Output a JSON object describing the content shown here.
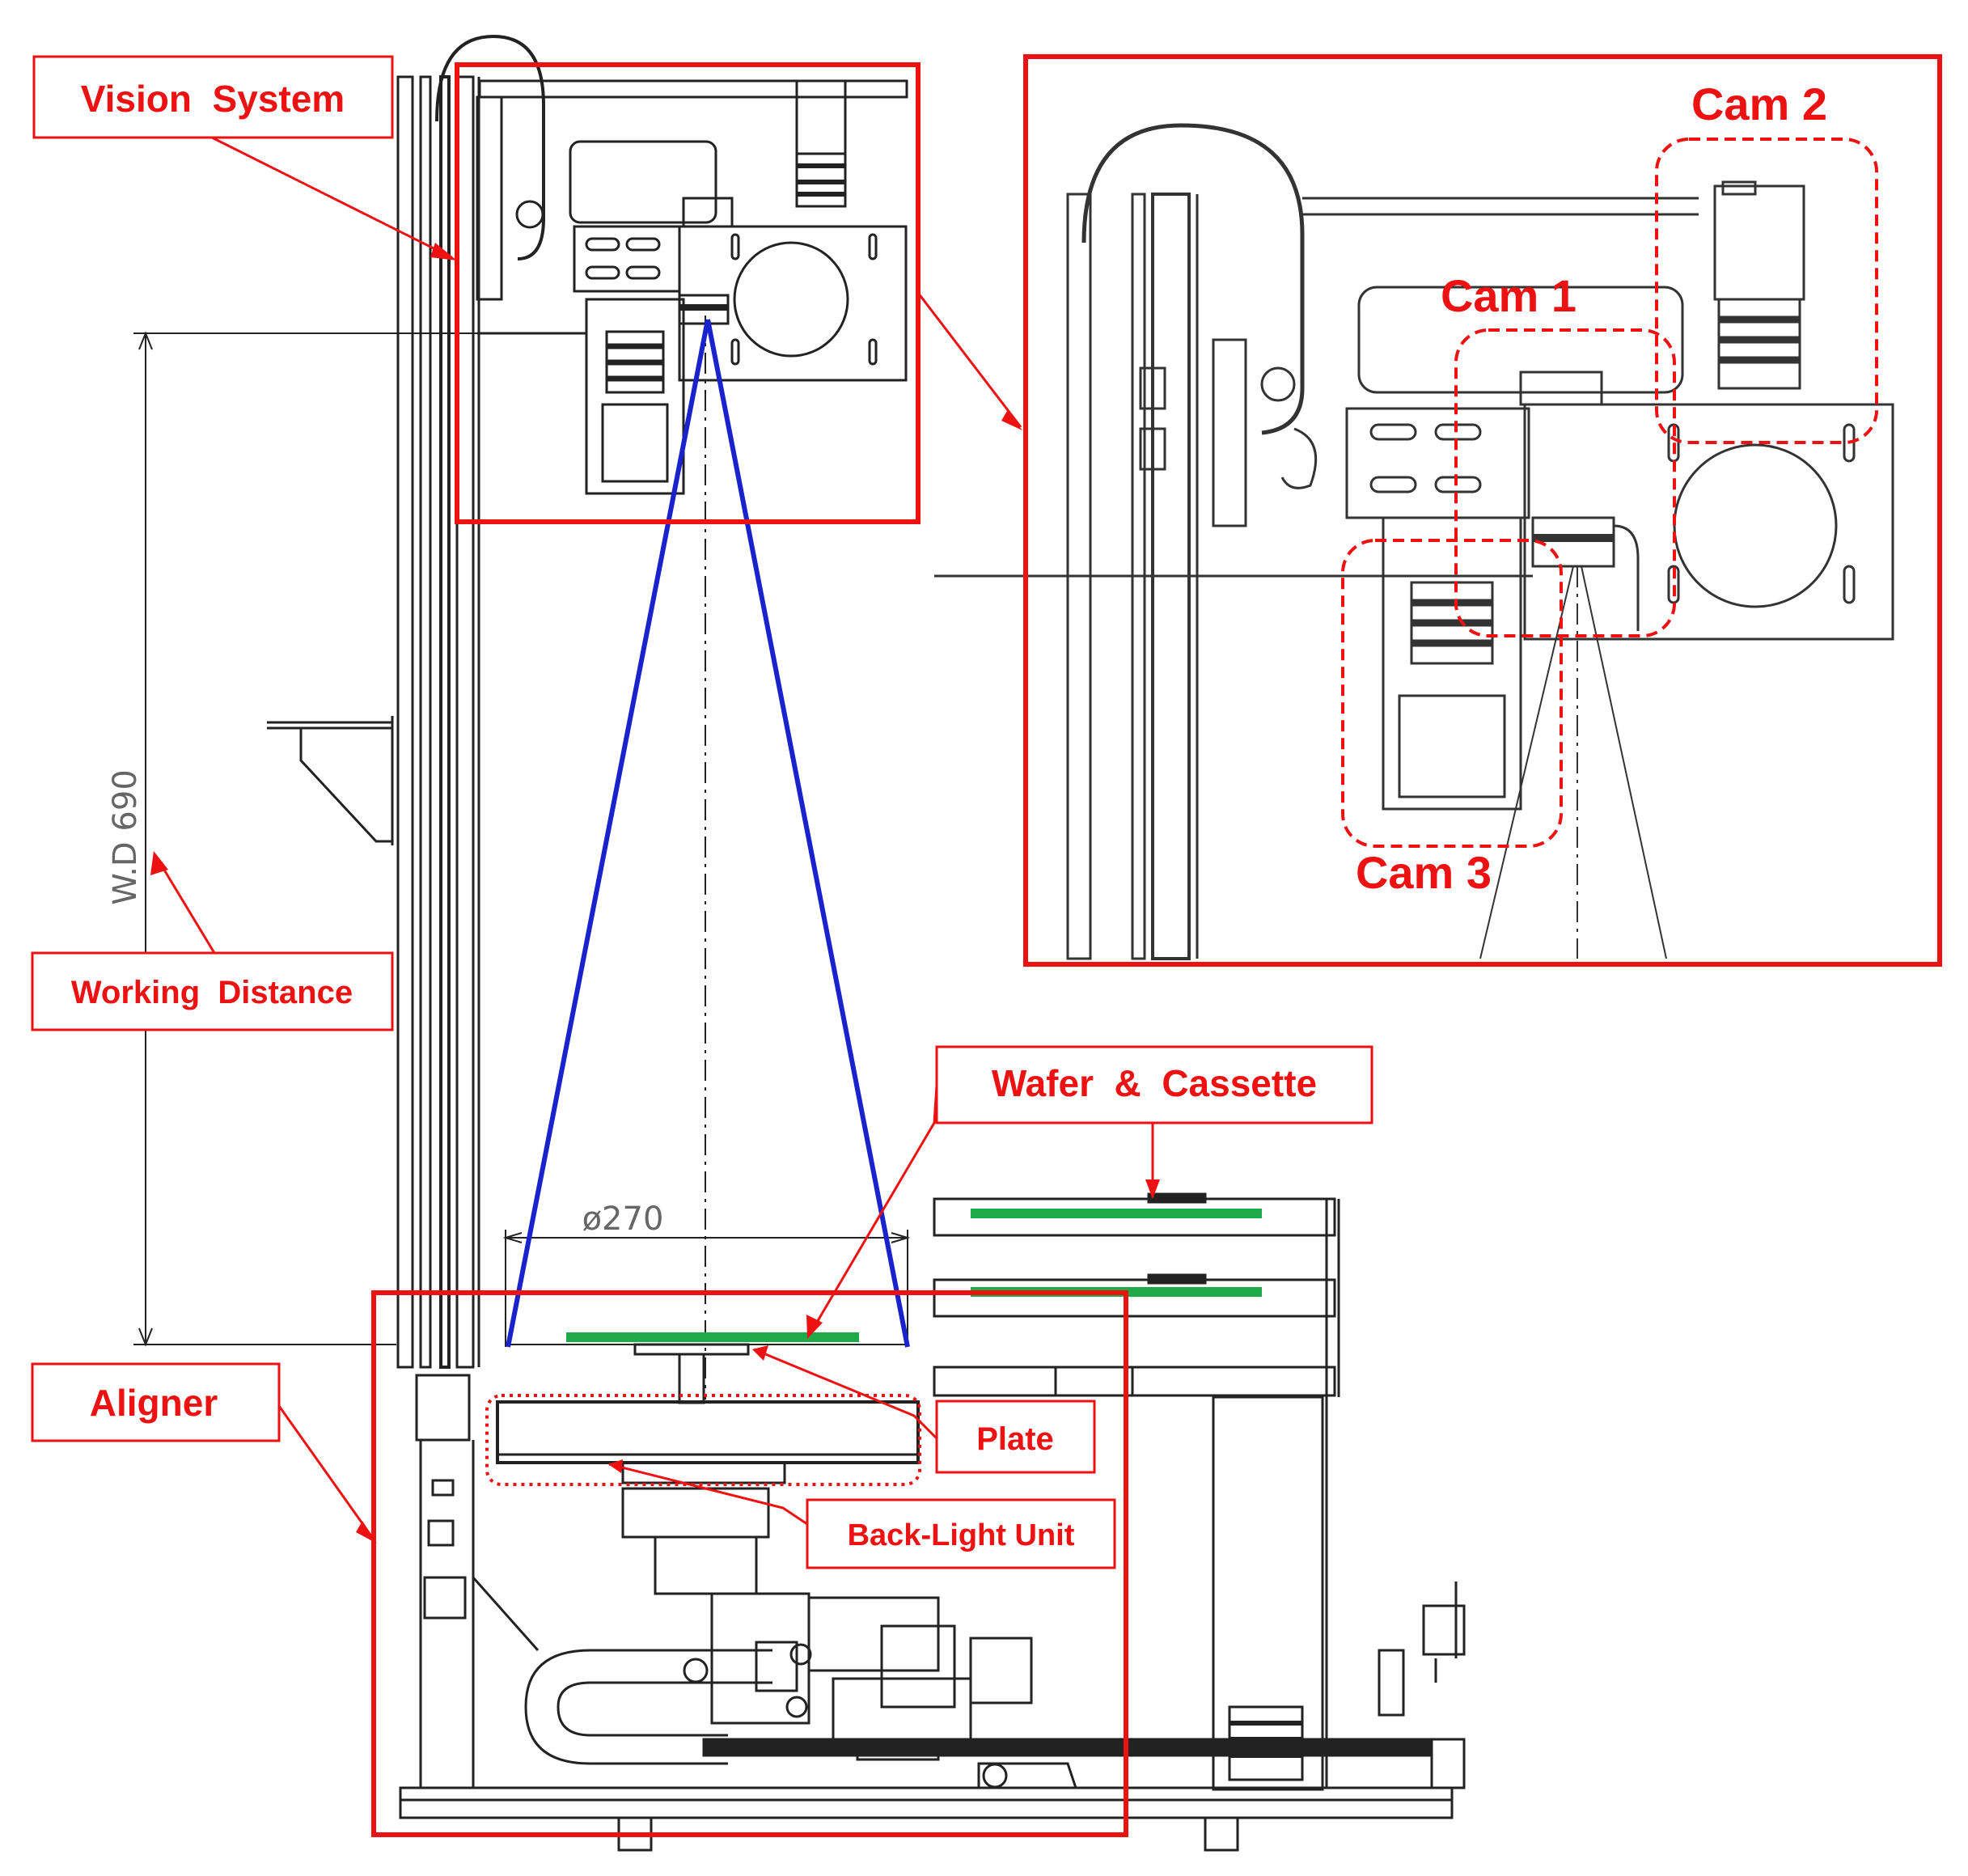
{
  "labels": {
    "vision_system": "Vision  System",
    "working_distance": "Working  Distance",
    "aligner": "Aligner",
    "wafer_cassette": "Wafer  &  Cassette",
    "plate": "Plate",
    "backlight_unit": "Back-Light Unit",
    "cam1": "Cam 1",
    "cam2": "Cam 2",
    "cam3": "Cam 3"
  },
  "dimensions": {
    "working_distance": "W.D 690",
    "diameter": "ø270"
  },
  "colors": {
    "annotation": "#ee1111",
    "field_of_view": "#1a22cc",
    "wafer": "#1faa4a",
    "drawing": "#222222"
  }
}
